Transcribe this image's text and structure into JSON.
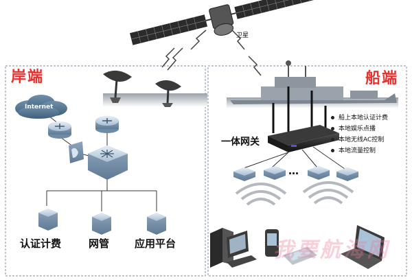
{
  "shore": {
    "title": "岸端",
    "internet_label": "Internet",
    "servers": [
      {
        "label": "认证计费"
      },
      {
        "label": "网管"
      },
      {
        "label": "应用平台"
      }
    ]
  },
  "ship": {
    "title": "船端",
    "gateway_label": "一体网关",
    "ellipsis": "…",
    "features": [
      "船上本地认证计费",
      "本地娱乐点播",
      "本地无线AC控制",
      "本地流量控制"
    ]
  },
  "satellite": {
    "label": "卫星"
  },
  "watermark": {
    "text": "我要航海网"
  },
  "colors": {
    "title_red": "#e8312f",
    "panel_border": "#9aa4b2",
    "device_blue": "#9fb8cf",
    "link_line": "#333333"
  }
}
